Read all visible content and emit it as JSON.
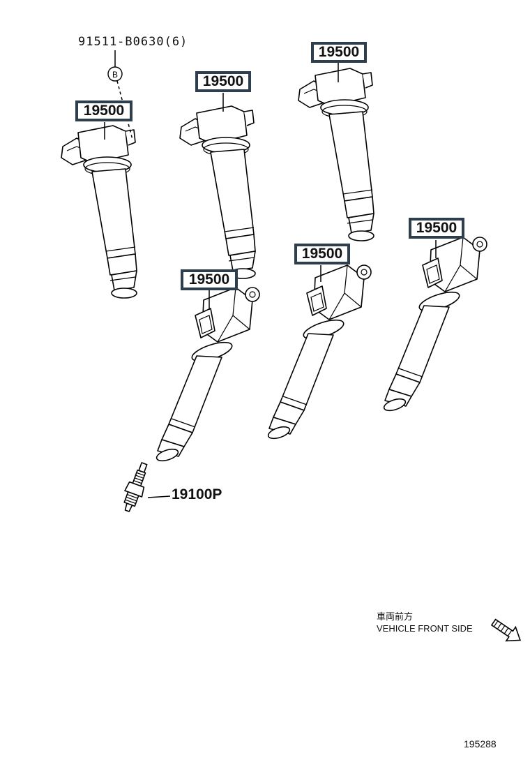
{
  "fastener": {
    "part_number": "91511-B0630(6)",
    "marker": "B"
  },
  "callouts": [
    {
      "id": "coil-1",
      "label": "19500"
    },
    {
      "id": "coil-2",
      "label": "19500"
    },
    {
      "id": "coil-3",
      "label": "19500"
    },
    {
      "id": "coil-4",
      "label": "19500"
    },
    {
      "id": "coil-5",
      "label": "19500"
    },
    {
      "id": "coil-6",
      "label": "19500"
    }
  ],
  "spark_plug": {
    "label": "19100P"
  },
  "orientation": {
    "label_ja": "車両前方",
    "label_en": "VEHICLE FRONT SIDE",
    "icon": "arrow-down-right-icon"
  },
  "reference_number": "195288",
  "colors": {
    "callout_border": "#2f3e4c",
    "line": "#000000"
  }
}
